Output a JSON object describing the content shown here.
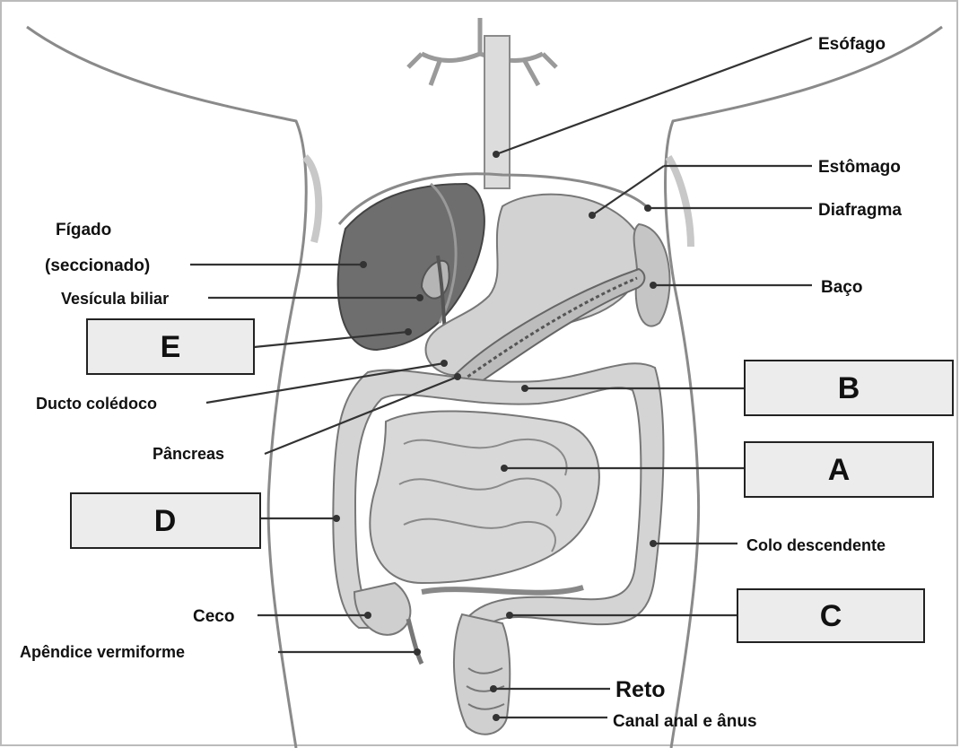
{
  "labels": {
    "esofago": "Esófago",
    "estomago": "Estômago",
    "diafragma": "Diafragma",
    "baco": "Baço",
    "figado_line1": "Fígado",
    "figado_line2": "(seccionado)",
    "vesicula": "Vesícula biliar",
    "ducto": "Ducto colédoco",
    "pancreas": "Pâncreas",
    "colo_descendente": "Colo descendente",
    "ceco": "Ceco",
    "apendice": "Apêndice vermiforme",
    "reto": "Reto",
    "canal_anal": "Canal anal e ânus"
  },
  "answer_boxes": {
    "A": "A",
    "B": "B",
    "C": "C",
    "D": "D",
    "E": "E"
  }
}
